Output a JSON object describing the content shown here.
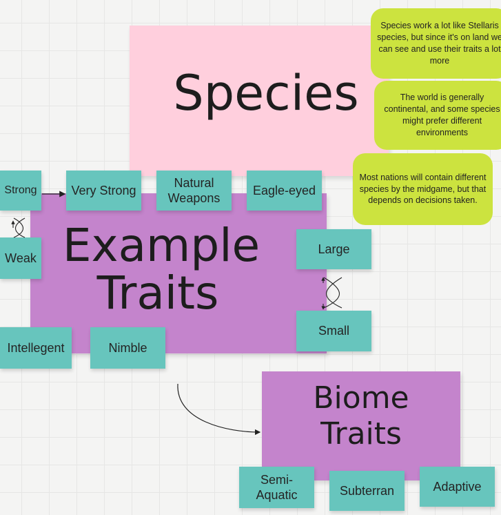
{
  "species_note": {
    "title": "Species"
  },
  "example_traits_note": {
    "title_line1": "Example",
    "title_line2": "Traits"
  },
  "biome_traits_note": {
    "title_line1": "Biome",
    "title_line2": "Traits"
  },
  "info_notes": [
    "Species work a lot like Stellaris species, but since it's on land we can see and use their traits a lot more",
    "The world is generally continental, and some species might prefer different environments",
    "Most nations will contain different species by the midgame, but that depends on decisions taken."
  ],
  "trait_notes": {
    "strong": "Strong",
    "very_strong": "Very Strong",
    "natural_weapons_line1": "Natural",
    "natural_weapons_line2": "Weapons",
    "eagle_eyed": "Eagle-eyed",
    "weak": "Weak",
    "large": "Large",
    "small": "Small",
    "intellegent": "Intellegent",
    "nimble": "Nimble"
  },
  "biome_notes": {
    "semi_aquatic_line1": "Semi-",
    "semi_aquatic_line2": "Aquatic",
    "subterran": "Subterran",
    "adaptive": "Adaptive"
  },
  "colors": {
    "pink": "#ffcfdd",
    "purple": "#c484cc",
    "teal": "#67c5bd",
    "lime": "#cce33f",
    "canvas": "#f4f4f3"
  }
}
